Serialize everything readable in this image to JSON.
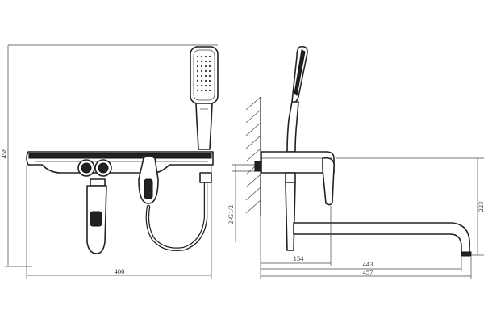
{
  "dimensions": {
    "front_height": "458",
    "front_width": "400",
    "thread": "2-G1/2",
    "side_height": "223",
    "side_depth_154": "154",
    "side_reach_443": "443",
    "side_reach_457": "457"
  }
}
